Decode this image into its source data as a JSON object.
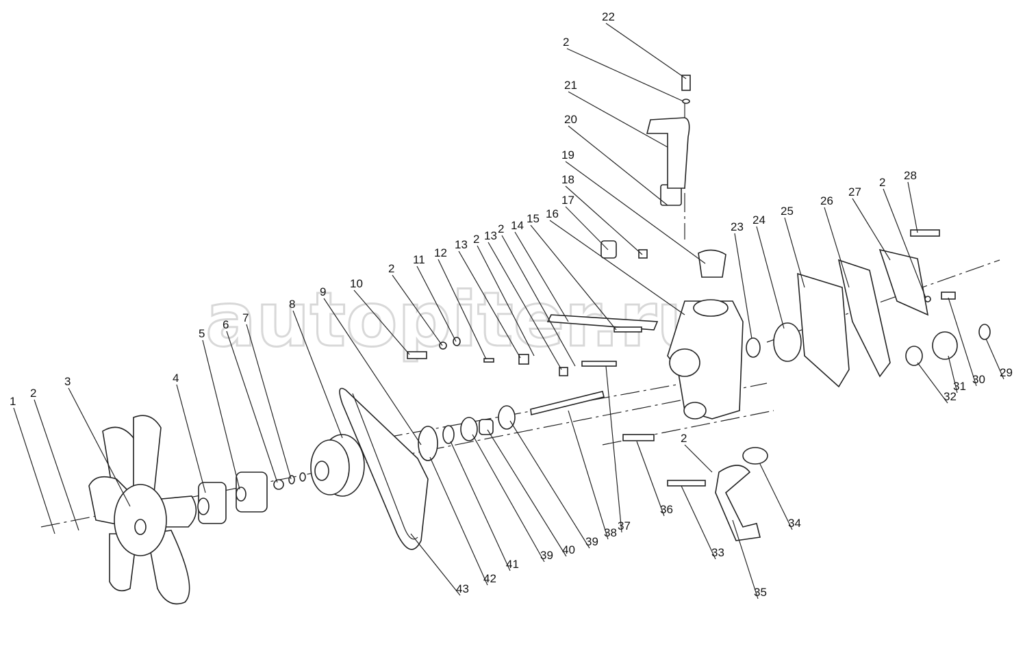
{
  "diagram": {
    "type": "exploded-parts-diagram",
    "watermark": "autopiter.ru",
    "callouts": [
      "1",
      "2",
      "3",
      "4",
      "5",
      "6",
      "7",
      "8",
      "9",
      "10",
      "2",
      "11",
      "12",
      "13",
      "2",
      "13",
      "2",
      "14",
      "15",
      "16",
      "17",
      "18",
      "19",
      "20",
      "21",
      "2",
      "22",
      "23",
      "24",
      "25",
      "26",
      "27",
      "2",
      "28",
      "29",
      "30",
      "31",
      "32",
      "33",
      "34",
      "35",
      "36",
      "2",
      "37",
      "38",
      "39",
      "40",
      "39",
      "41",
      "42",
      "43"
    ]
  }
}
